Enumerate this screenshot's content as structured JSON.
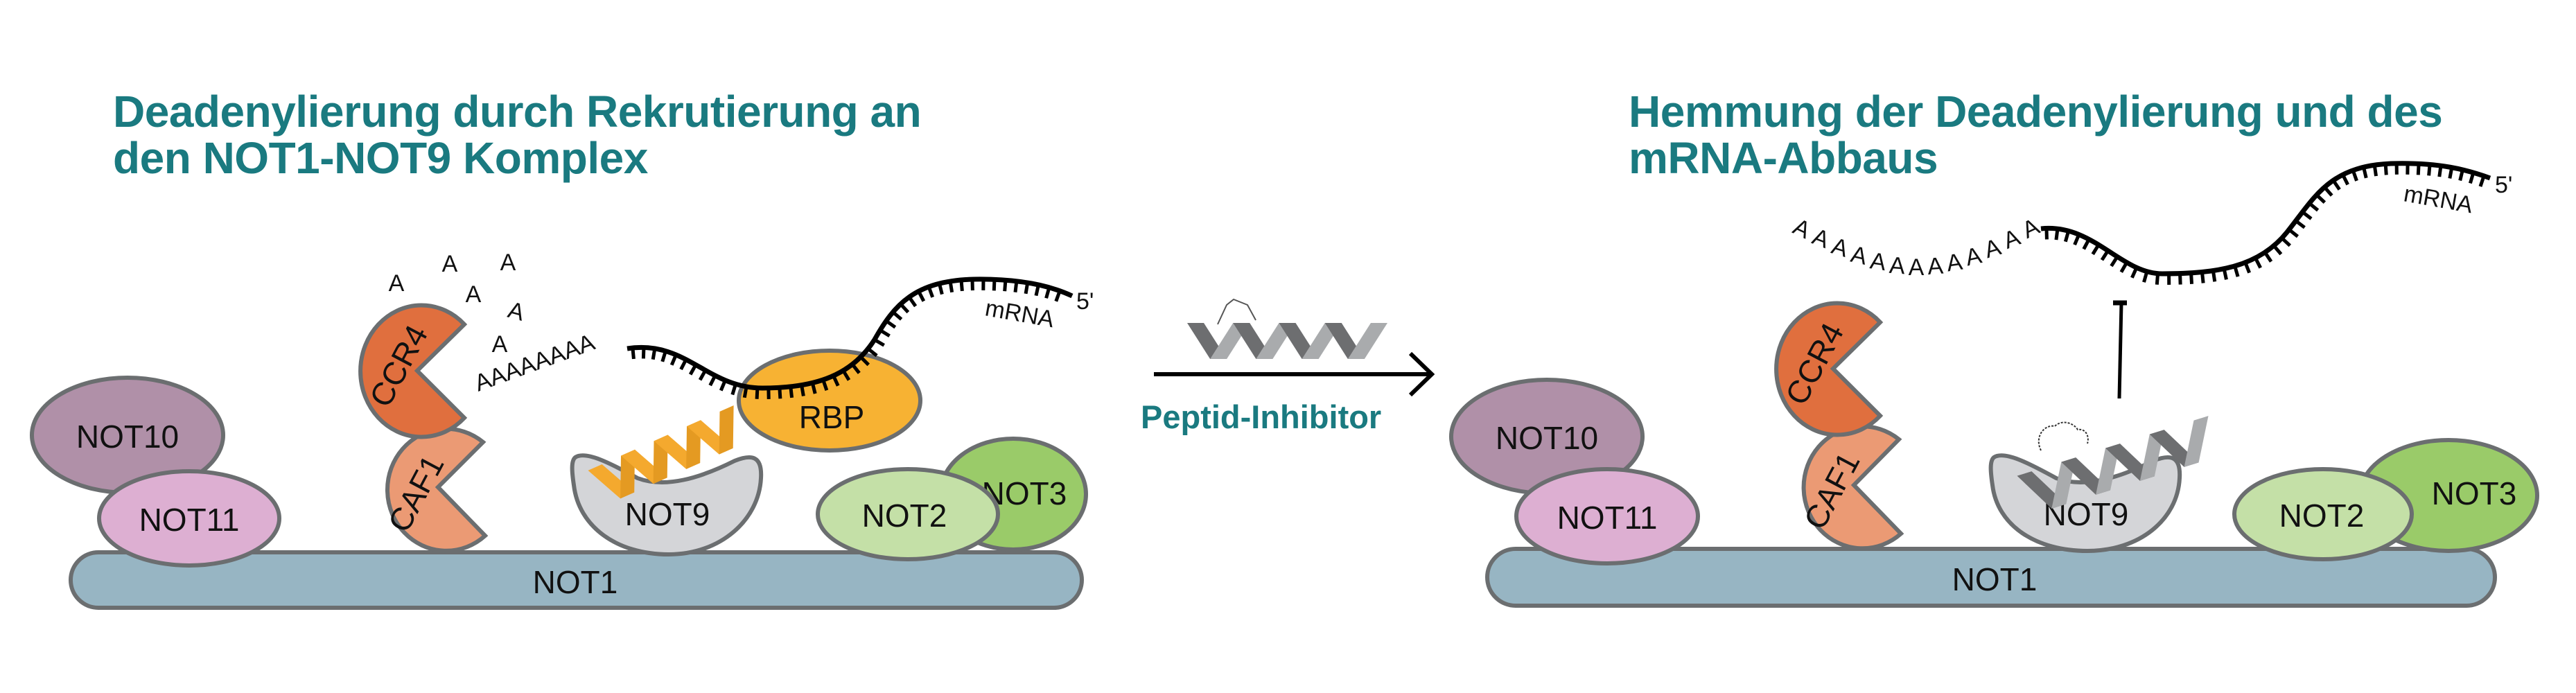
{
  "left_panel": {
    "title_lines": [
      "Deadenylierung durch Rekrutierung an",
      "den NOT1-NOT9 Komplex"
    ],
    "proteins": {
      "not1": "NOT1",
      "not10": "NOT10",
      "not11": "NOT11",
      "ccr4": "CCR4",
      "caf1": "CAF1",
      "not9": "NOT9",
      "rbp": "RBP",
      "not2": "NOT2",
      "not3": "NOT3"
    },
    "polya_tail": "AAAAAAAA",
    "released_adenosines": [
      "A",
      "A",
      "A",
      "A",
      "A",
      "A"
    ],
    "mrna_label": "mRNA",
    "five_prime": "5'"
  },
  "transition": {
    "label": "Peptid-Inhibitor"
  },
  "right_panel": {
    "title_lines": [
      "Hemmung der Deadenylierung und des",
      "mRNA-Abbaus"
    ],
    "proteins": {
      "not1": "NOT1",
      "not10": "NOT10",
      "not11": "NOT11",
      "ccr4": "CCR4",
      "caf1": "CAF1",
      "not9": "NOT9",
      "not2": "NOT2",
      "not3": "NOT3"
    },
    "polya_tail": "AAAAAAAAAAAAA",
    "mrna_label": "mRNA",
    "five_prime": "5'"
  },
  "colors": {
    "title": "#1a7a80",
    "not1": "#97b5c3",
    "not10": "#b090a8",
    "not11": "#ddafd2",
    "ccr4": "#e06f3e",
    "caf1": "#eb9a74",
    "not9": "#d4d5d8",
    "rbp": "#f7b233",
    "not2": "#c4e0a7",
    "not3": "#9acb69",
    "rbp_helix": "#f4a92e",
    "peptide_dark": "#6d6e70",
    "peptide_light": "#a9abad",
    "outline": "#6b6e70"
  }
}
